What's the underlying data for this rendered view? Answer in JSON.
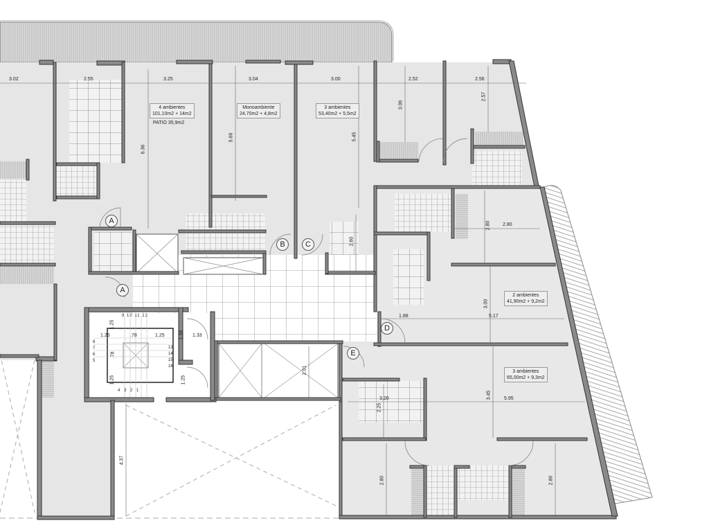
{
  "plan": {
    "units": [
      {
        "id": "unit-4amb",
        "name": "4 ambientes",
        "area": "101,10m2 + 14m2",
        "patio": "PATIO 35,9m2"
      },
      {
        "id": "unit-mono",
        "name": "Monoambiente",
        "area": "24,70m2 + 4,8m2"
      },
      {
        "id": "unit-3amb-top",
        "name": "3 ambientes",
        "area": "53,40m2 + 5,5m2"
      },
      {
        "id": "unit-2amb",
        "name": "2 ambientes",
        "area": "41,90m2 + 9,2m2"
      },
      {
        "id": "unit-3amb-bottom",
        "name": "3 ambientes",
        "area": "65,00m2 + 9,3m2"
      }
    ],
    "entrances": [
      "A",
      "A",
      "B",
      "C",
      "D",
      "E"
    ],
    "dimensions": {
      "top_row": [
        "3.02",
        "2.55",
        "3.25",
        "3.04",
        "3.00",
        "2.52",
        "2.56"
      ],
      "vertical": {
        "d636": "6.36",
        "d569": "5.69",
        "d545": "5.45",
        "d306": "3.06",
        "d257": "2.57",
        "d260": "2.60",
        "d280a": "2.80",
        "d300": "3.00",
        "d345": "3.45",
        "d225": "2.25",
        "d201": "2.01",
        "d437": "4.37",
        "d280b": "2.80",
        "d280c": "2.80",
        "d138": "1.38",
        "d125v": "1.25",
        "d125s1": "1.25",
        "d78v": ".78",
        "d125s2": "1.25"
      },
      "horizontal": {
        "d280h": "2.80",
        "d188": "1.88",
        "d517": "5.17",
        "d320": "3.20",
        "d595": "5.95",
        "d133": "1.33",
        "d125a": "1.25",
        "d78": ".78",
        "d125b": "1.25"
      }
    },
    "stair_steps": {
      "top": [
        "9",
        "10",
        "11",
        "12"
      ],
      "left": [
        "8",
        "7",
        "6",
        "5"
      ],
      "right": [
        "13",
        "14",
        "15",
        "16"
      ],
      "bottom": [
        "4",
        "3",
        "2",
        "1"
      ]
    },
    "colors": {
      "wall": "#8a8a8a",
      "wall_outline": "#333333",
      "floor": "#e6e6e6",
      "hall_floor": "#ffffff",
      "tile_line": "#777777",
      "dim_line": "#666666"
    }
  }
}
